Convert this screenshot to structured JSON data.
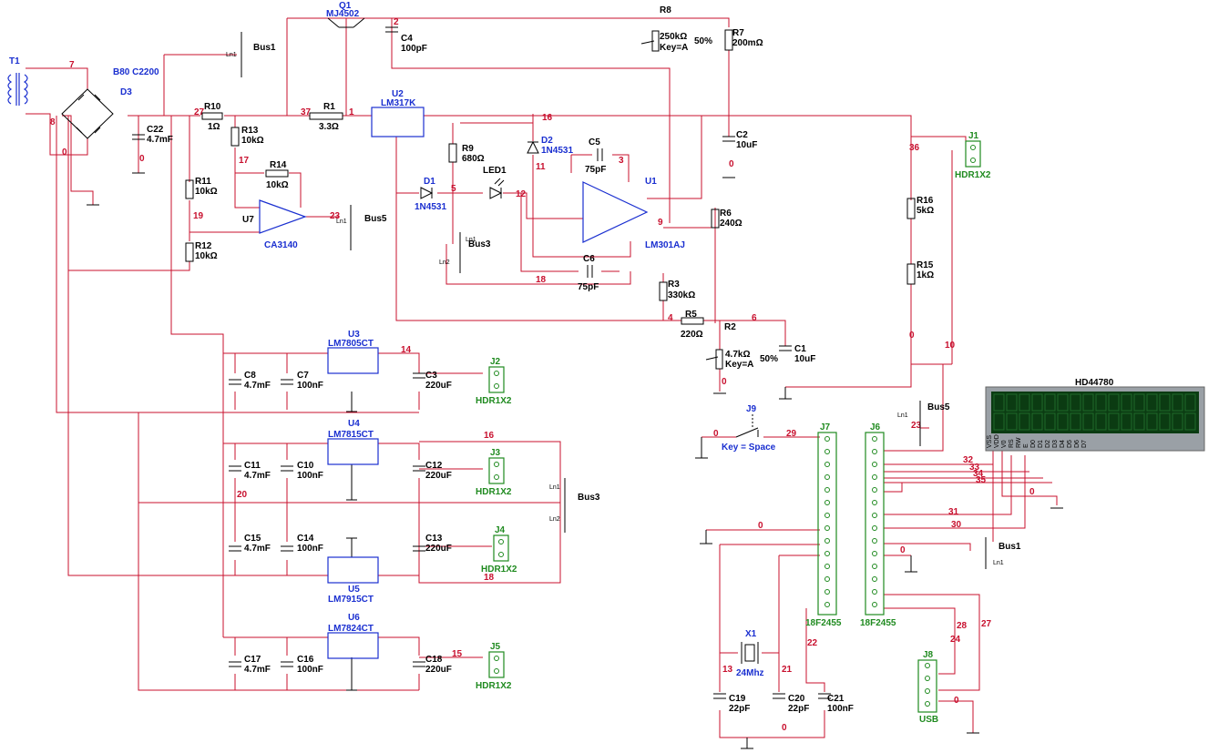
{
  "transformer": {
    "ref": "T1"
  },
  "bridge": {
    "ref": "D3",
    "value": "B80 C2200"
  },
  "transistor": {
    "ref": "Q1",
    "value": "MJ4502"
  },
  "regulators": [
    {
      "ref": "U2",
      "value": "LM317K"
    },
    {
      "ref": "U3",
      "value": "LM7805CT"
    },
    {
      "ref": "U4",
      "value": "LM7815CT"
    },
    {
      "ref": "U5",
      "value": "LM7915CT"
    },
    {
      "ref": "U6",
      "value": "LM7824CT"
    }
  ],
  "opamps": [
    {
      "ref": "U1",
      "value": "LM301AJ"
    },
    {
      "ref": "U7",
      "value": "CA3140"
    }
  ],
  "resistors": [
    {
      "ref": "R1",
      "value": "3.3Ω"
    },
    {
      "ref": "R2",
      "value": "4.7kΩ",
      "extra": "Key=A",
      "pct": "50%"
    },
    {
      "ref": "R3",
      "value": "330kΩ"
    },
    {
      "ref": "R5",
      "value": "220Ω"
    },
    {
      "ref": "R6",
      "value": "240Ω"
    },
    {
      "ref": "R7",
      "value": "200mΩ"
    },
    {
      "ref": "R8",
      "value": "250kΩ",
      "extra": "Key=A",
      "pct": "50%"
    },
    {
      "ref": "R9",
      "value": "680Ω"
    },
    {
      "ref": "R10",
      "value": "1Ω"
    },
    {
      "ref": "R11",
      "value": "10kΩ"
    },
    {
      "ref": "R12",
      "value": "10kΩ"
    },
    {
      "ref": "R13",
      "value": "10kΩ"
    },
    {
      "ref": "R14",
      "value": "10kΩ"
    },
    {
      "ref": "R15",
      "value": "1kΩ"
    },
    {
      "ref": "R16",
      "value": "5kΩ"
    }
  ],
  "capacitors": [
    {
      "ref": "C1",
      "value": "10uF"
    },
    {
      "ref": "C2",
      "value": "10uF"
    },
    {
      "ref": "C3",
      "value": "220uF"
    },
    {
      "ref": "C4",
      "value": "100pF"
    },
    {
      "ref": "C5",
      "value": "75pF"
    },
    {
      "ref": "C6",
      "value": "75pF"
    },
    {
      "ref": "C7",
      "value": "100nF"
    },
    {
      "ref": "C8",
      "value": "4.7mF"
    },
    {
      "ref": "C10",
      "value": "100nF"
    },
    {
      "ref": "C11",
      "value": "4.7mF"
    },
    {
      "ref": "C12",
      "value": "220uF"
    },
    {
      "ref": "C13",
      "value": "220uF"
    },
    {
      "ref": "C14",
      "value": "100nF"
    },
    {
      "ref": "C15",
      "value": "4.7mF"
    },
    {
      "ref": "C16",
      "value": "100nF"
    },
    {
      "ref": "C17",
      "value": "4.7mF"
    },
    {
      "ref": "C18",
      "value": "220uF"
    },
    {
      "ref": "C19",
      "value": "22pF"
    },
    {
      "ref": "C20",
      "value": "22pF"
    },
    {
      "ref": "C21",
      "value": "100nF"
    },
    {
      "ref": "C22",
      "value": "4.7mF"
    }
  ],
  "diodes": [
    {
      "ref": "D1",
      "value": "1N4531"
    },
    {
      "ref": "D2",
      "value": "1N4531"
    },
    {
      "ref": "LED1",
      "value": ""
    }
  ],
  "connectors": [
    {
      "ref": "J1",
      "value": "HDR1X2"
    },
    {
      "ref": "J2",
      "value": "HDR1X2"
    },
    {
      "ref": "J3",
      "value": "HDR1X2"
    },
    {
      "ref": "J4",
      "value": "HDR1X2"
    },
    {
      "ref": "J5",
      "value": "HDR1X2"
    },
    {
      "ref": "J6",
      "value": "18F2455"
    },
    {
      "ref": "J7",
      "value": "18F2455"
    },
    {
      "ref": "J8",
      "value": "USB"
    }
  ],
  "switch": {
    "ref": "J9",
    "value": "Key = Space"
  },
  "crystal": {
    "ref": "X1",
    "value": "24Mhz"
  },
  "lcd": {
    "ref": "HD44780",
    "pins": [
      "VSS",
      "VDD",
      "V0",
      "RS",
      "RW",
      "E",
      "D0",
      "D1",
      "D2",
      "D3",
      "D4",
      "D5",
      "D6",
      "D7"
    ]
  },
  "buses": {
    "bus1": "Bus1",
    "bus3": "Bus3",
    "bus5": "Bus5",
    "ln1": "Ln1",
    "ln2": "Ln2"
  },
  "nets": {
    "n0": "0",
    "n1": "1",
    "n2": "2",
    "n3": "3",
    "n4": "4",
    "n5": "5",
    "n6": "6",
    "n7": "7",
    "n8": "8",
    "n9": "9",
    "n10": "10",
    "n11": "11",
    "n12": "12",
    "n13": "13",
    "n14": "14",
    "n15": "15",
    "n16": "16",
    "n17": "17",
    "n18": "18",
    "n19": "19",
    "n20": "20",
    "n21": "21",
    "n22": "22",
    "n23": "23",
    "n24": "24",
    "n27": "27",
    "n28": "28",
    "n29": "29",
    "n30": "30",
    "n31": "31",
    "n32": "32",
    "n33": "33",
    "n34": "34",
    "n35": "35",
    "n36": "36",
    "n37": "37"
  },
  "colors": {
    "wire": "#c8102e",
    "component": "#000000",
    "ic": "#1a2fd0",
    "connector": "#1f8a1f",
    "lcd": "#0b3b12"
  }
}
